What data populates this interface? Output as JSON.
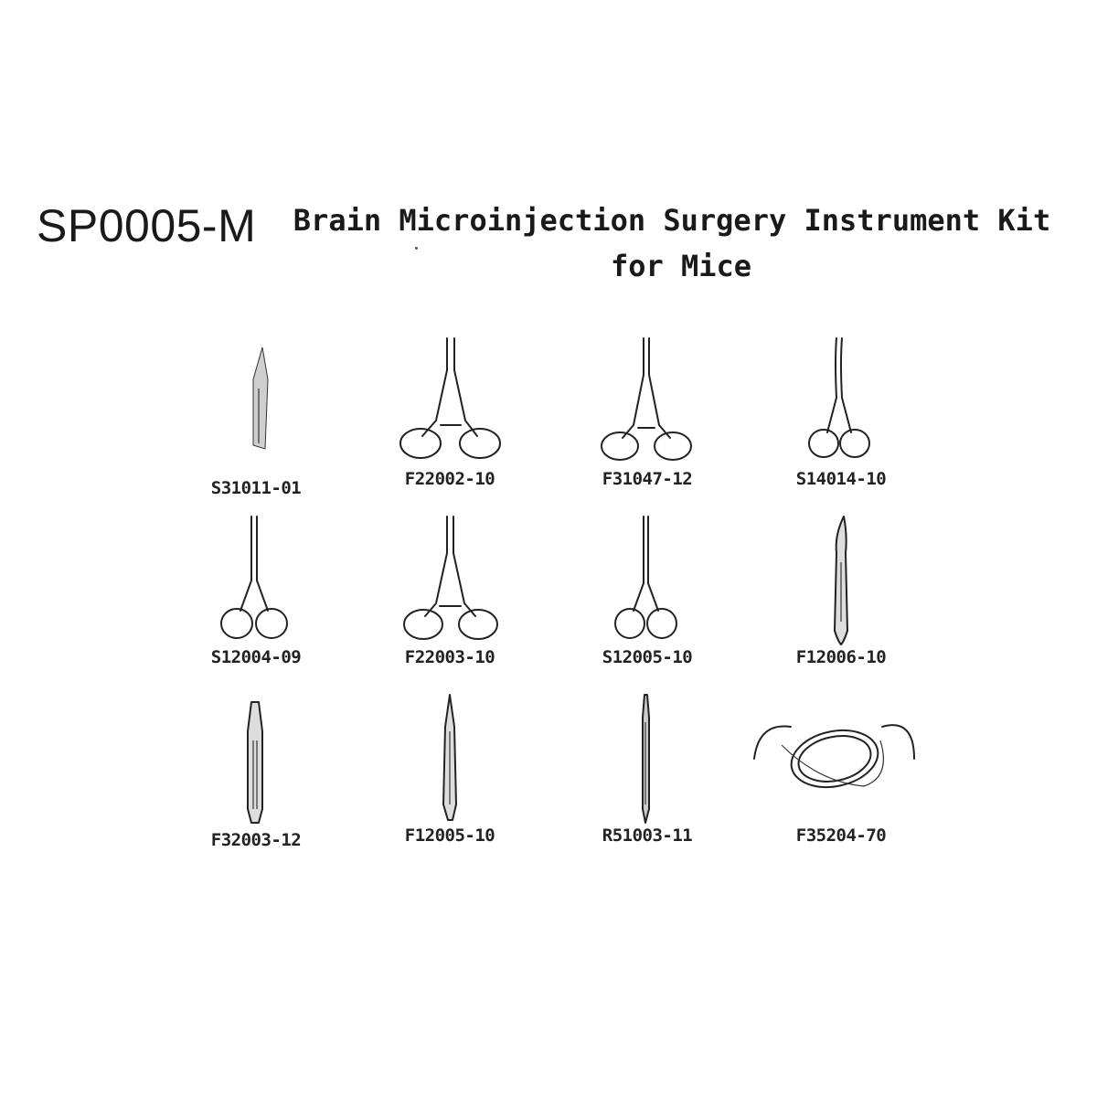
{
  "header": {
    "kit_code": "SP0005-M",
    "title_line1": "Brain Microinjection Surgery Instrument Kit",
    "title_line2": "for Mice"
  },
  "instruments": [
    {
      "code": "S31011-01",
      "icon": "scalpel-blade-icon"
    },
    {
      "code": "F22002-10",
      "icon": "hemostatic-forceps-icon"
    },
    {
      "code": "F31047-12",
      "icon": "needle-holder-icon"
    },
    {
      "code": "S14014-10",
      "icon": "curved-scissors-icon"
    },
    {
      "code": "S12004-09",
      "icon": "scissors-icon"
    },
    {
      "code": "F22003-10",
      "icon": "hemostatic-forceps-icon"
    },
    {
      "code": "S12005-10",
      "icon": "scissors-icon"
    },
    {
      "code": "F12006-10",
      "icon": "curved-forceps-icon"
    },
    {
      "code": "F32003-12",
      "icon": "scalpel-handle-icon"
    },
    {
      "code": "F12005-10",
      "icon": "forceps-icon"
    },
    {
      "code": "R51003-11",
      "icon": "retractor-probe-icon"
    },
    {
      "code": "F35204-70",
      "icon": "suture-icon"
    }
  ]
}
